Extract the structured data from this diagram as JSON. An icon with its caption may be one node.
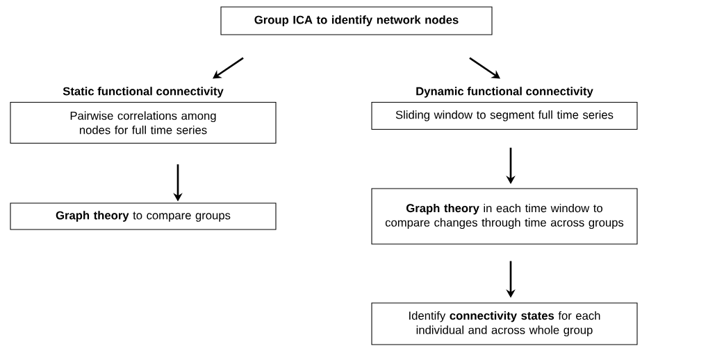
{
  "diagram": {
    "nodes": [
      {
        "text": [
          "Group ICA to identify network nodes"
        ]
      },
      {
        "text": [
          "Static functional connectivity",
          "Pairwise correlations among nodes for full time series"
        ]
      },
      {
        "text": [
          "**Graph theory** to compare groups"
        ]
      },
      {
        "text": [
          "Dynamic functional connectivity",
          "Sliding window to segment full time series"
        ]
      },
      {
        "text": [
          "**Graph theory** in each time window to compare changes through time across groups"
        ]
      },
      {
        "text": [
          "Identify **connectivity states** for each individual and across whole group"
        ]
      }
    ],
    "edges": [
      {
        "from": 0,
        "to": 1,
        "arrow": "to"
      },
      {
        "from": 0,
        "to": 3,
        "arrow": "to"
      },
      {
        "from": 1,
        "to": 2,
        "arrow": "to"
      },
      {
        "from": 3,
        "to": 4,
        "arrow": "to"
      },
      {
        "from": 4,
        "to": 5,
        "arrow": "to"
      }
    ]
  }
}
